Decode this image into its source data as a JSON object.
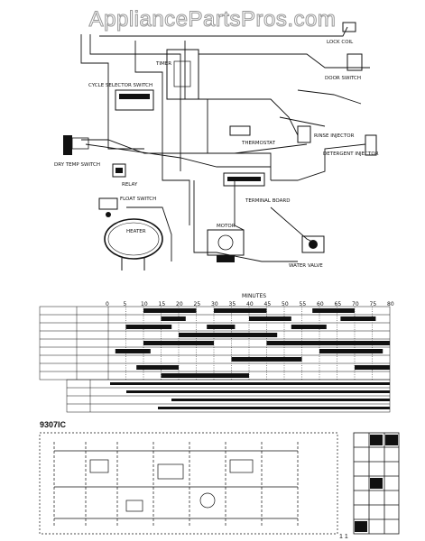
{
  "watermark": "AppliancePartsPros.com",
  "components": {
    "timer": "TIMER",
    "cycle_selector_switch": "CYCLE SELECTOR SWITCH",
    "dry_temp_switch": "DRY TEMP SWITCH",
    "relay": "RELAY",
    "float_switch": "FLOAT SWITCH",
    "heater": "HEATER",
    "motor": "MOTOR",
    "terminal_board": "TERMINAL BOARD",
    "rinse_injector": "RINSE INJECTOR",
    "detergent_injector": "DETERGENT INJECTOR",
    "water_valve": "WATER VALVE",
    "thermostat": "THERMOSTAT",
    "door_switch": "DOOR SWITCH",
    "lock_coil": "LOCK COIL"
  },
  "timer_chart": {
    "minutes_label": "MINUTES",
    "ticks": [
      "0",
      "5",
      "10",
      "15",
      "20",
      "25",
      "30",
      "35",
      "40",
      "45",
      "50",
      "55",
      "60",
      "65",
      "70",
      "75",
      "80"
    ]
  },
  "schematic": {
    "model": "9307IC"
  },
  "footer": {
    "page": "1 1"
  }
}
